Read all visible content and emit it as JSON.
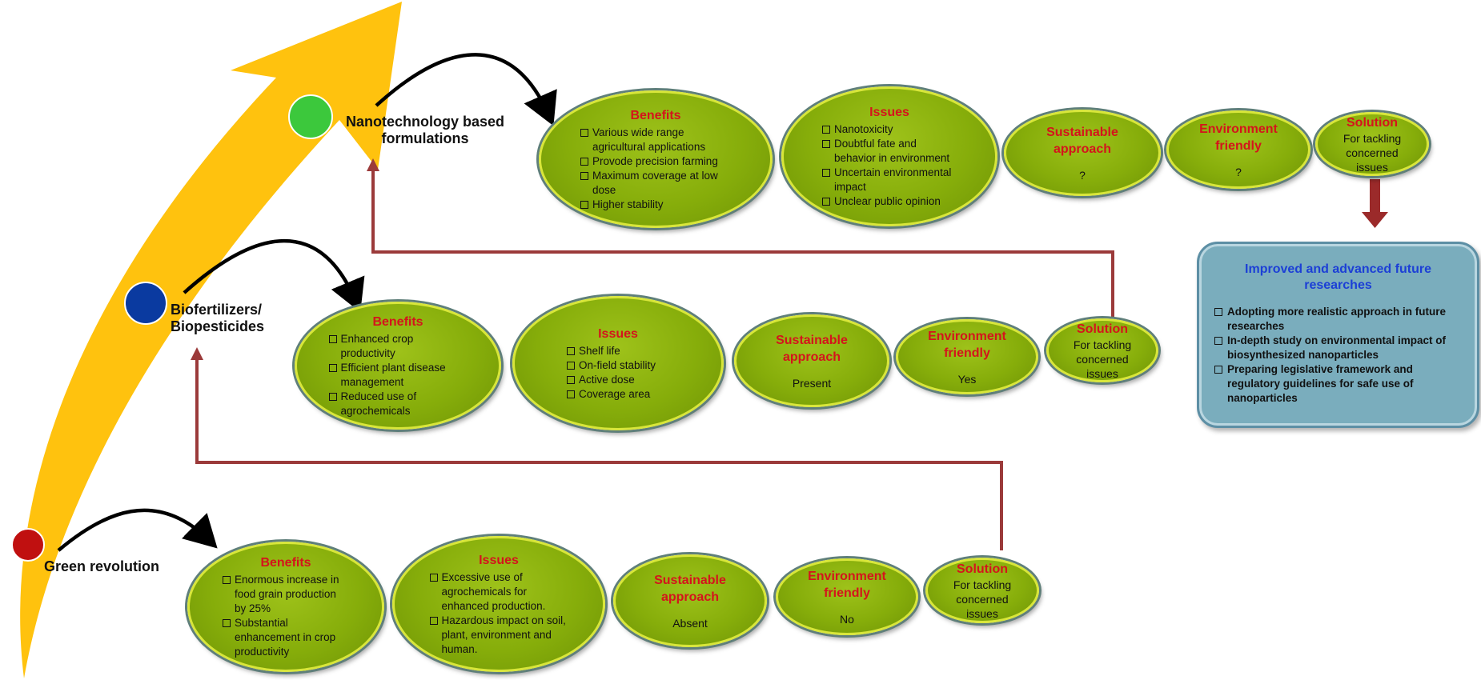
{
  "stages": {
    "nano": {
      "label": "Nanotechnology based formulations",
      "label_lines": [
        "Nanotechnology based",
        "formulations"
      ],
      "dot_color": "#3cc83c",
      "benefits": {
        "title": "Benefits",
        "items": [
          "Various wide range agricultural applications",
          "Provode precision farming",
          "Maximum coverage at low dose",
          "Higher stability"
        ]
      },
      "issues": {
        "title": "Issues",
        "items": [
          "Nanotoxicity",
          "Doubtful fate and behavior in environment",
          "Uncertain environmental impact",
          "Unclear public opinion"
        ]
      },
      "sustainable": {
        "title": "Sustainable approach",
        "value": "?"
      },
      "environment": {
        "title": "Environment friendly",
        "value": "?"
      },
      "solution": {
        "title": "Solution",
        "text": "For tackling concerned issues"
      }
    },
    "bio": {
      "label": "Biofertilizers/ Biopesticides",
      "label_lines": [
        "Biofertilizers/",
        "Biopesticides"
      ],
      "dot_color": "#0a3aa0",
      "benefits": {
        "title": "Benefits",
        "items": [
          "Enhanced crop productivity",
          "Efficient plant disease management",
          "Reduced use of agrochemicals"
        ]
      },
      "issues": {
        "title": "Issues",
        "items": [
          "Shelf life",
          "On-field stability",
          "Active dose",
          "Coverage area"
        ]
      },
      "sustainable": {
        "title": "Sustainable approach",
        "value": "Present"
      },
      "environment": {
        "title": "Environment friendly",
        "value": "Yes"
      },
      "solution": {
        "title": "Solution",
        "text": "For tackling concerned issues"
      }
    },
    "green": {
      "label": "Green revolution",
      "dot_color": "#c01010",
      "benefits": {
        "title": "Benefits",
        "items": [
          "Enormous increase in food grain production by 25%",
          "Substantial enhancement in crop productivity"
        ]
      },
      "issues": {
        "title": "Issues",
        "items": [
          "Excessive use of agrochemicals for enhanced production.",
          "Hazardous impact on soil, plant, environment and human."
        ]
      },
      "sustainable": {
        "title": "Sustainable approach",
        "value": "Absent"
      },
      "environment": {
        "title": "Environment friendly",
        "value": "No"
      },
      "solution": {
        "title": "Solution",
        "text": "For tackling concerned issues"
      }
    }
  },
  "future": {
    "title": "Improved and advanced future researches",
    "items": [
      "Adopting more realistic approach in future researches",
      "In-depth study on environmental impact of biosynthesized nanoparticles",
      "Preparing legislative framework and regulatory guidelines for safe use of nanoparticles"
    ]
  },
  "colors": {
    "big_arrow": "#ffc20e",
    "connector": "#9b3a3a",
    "ellipse_fill": "#86ad0a",
    "title_red": "#d4141c",
    "future_box": "#7aadbd",
    "future_title": "#1c3fd6"
  }
}
